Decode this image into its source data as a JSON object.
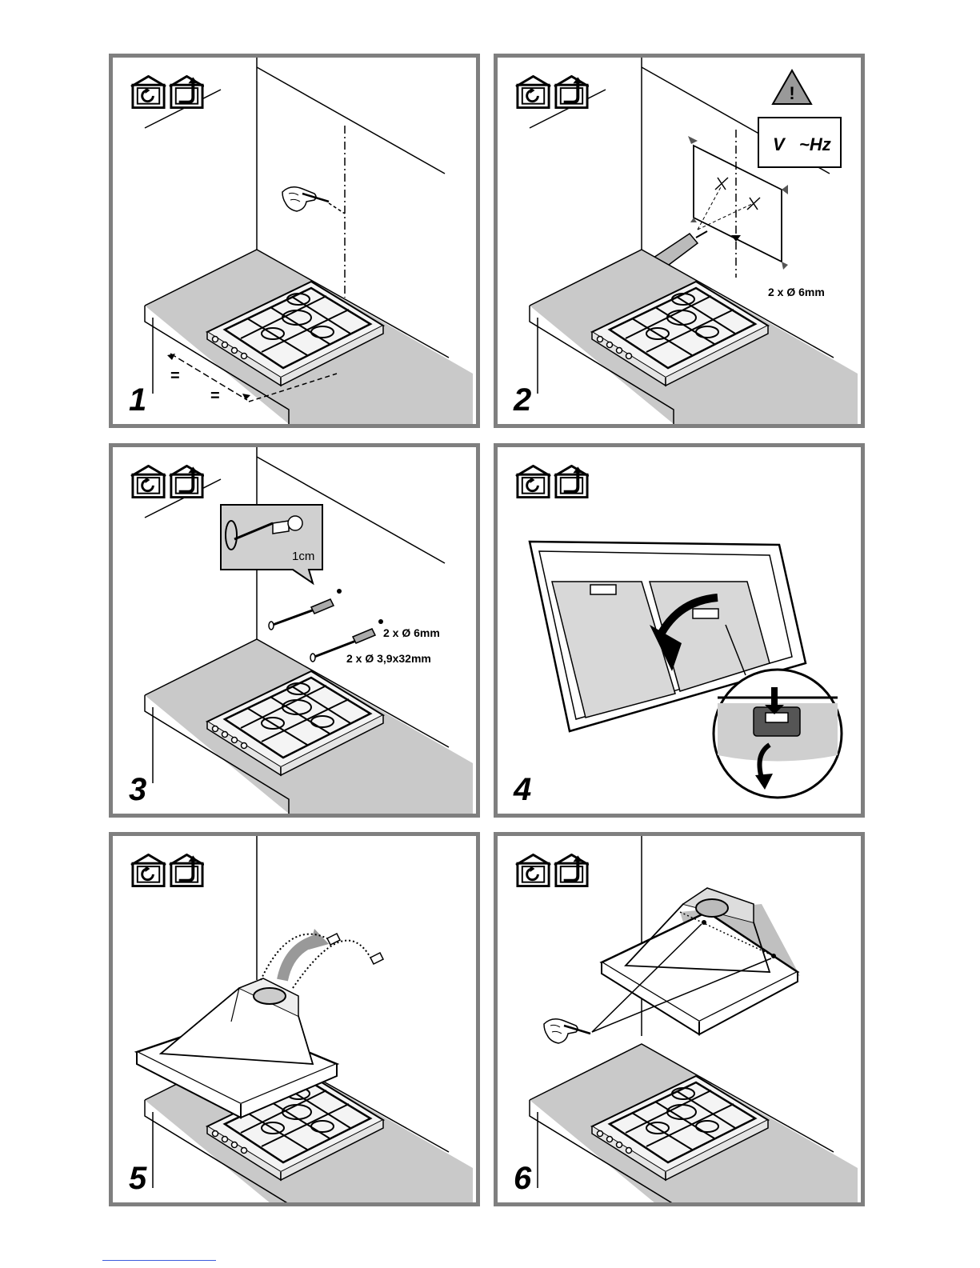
{
  "panels": [
    {
      "step": "1",
      "labels": {
        "eq1": "=",
        "eq2": "="
      }
    },
    {
      "step": "2",
      "labels": {
        "voltage": "V   ~Hz",
        "drill": "2 x Ø 6mm"
      }
    },
    {
      "step": "3",
      "labels": {
        "detail": "1cm",
        "plugs": "2 x Ø 6mm",
        "screws": "2 x Ø 3,9x32mm"
      }
    },
    {
      "step": "4",
      "labels": {}
    },
    {
      "step": "5",
      "labels": {}
    },
    {
      "step": "6",
      "labels": {}
    }
  ],
  "icons": [
    "recirculation-mode-icon",
    "ducted-exhaust-mode-icon"
  ],
  "colors": {
    "frame": "#7f7f7f",
    "counter": "#c8c8c8",
    "link": "#3b5bdb"
  }
}
